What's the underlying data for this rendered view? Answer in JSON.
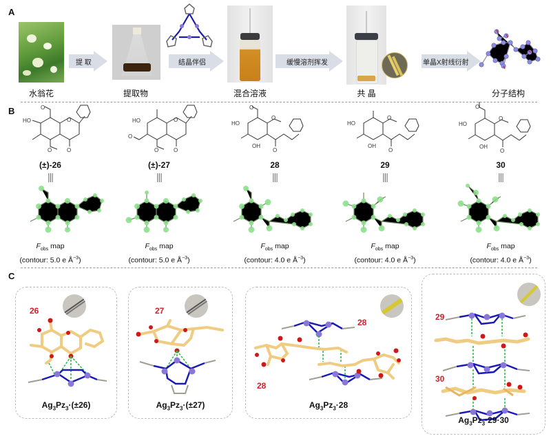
{
  "panels": {
    "A": {
      "letter": "A",
      "steps": [
        {
          "caption": "水翁花",
          "image": "flower-photo"
        },
        {
          "caption": "提取物",
          "image": "flask-photo"
        },
        {
          "caption": "混合溶液",
          "image": "vial-solution-photo"
        },
        {
          "caption": "共 晶",
          "image": "vial-cocrystal-photo"
        },
        {
          "caption": "分子结构",
          "image": "molecular-structure"
        }
      ],
      "arrows": [
        {
          "label": "提 取"
        },
        {
          "label": "结晶伴侣"
        },
        {
          "label": "缓慢溶剂挥发"
        },
        {
          "label": "单晶X射线衍射"
        }
      ]
    },
    "B": {
      "letter": "B",
      "compounds": [
        {
          "label": "(±)-26",
          "map_label_main": "F",
          "map_label_sub": "obs",
          "map_label_rest": " map",
          "contour": "(contour: 5.0 e Å",
          "contour_exp": "−3",
          "contour_end": ")"
        },
        {
          "label": "(±)-27",
          "map_label_main": "F",
          "map_label_sub": "obs",
          "map_label_rest": " map",
          "contour": "(contour: 5.0 e Å",
          "contour_exp": "−3",
          "contour_end": ")"
        },
        {
          "label": "28",
          "map_label_main": "F",
          "map_label_sub": "obs",
          "map_label_rest": " map",
          "contour": "(contour: 4.0 e Å",
          "contour_exp": "−3",
          "contour_end": ")"
        },
        {
          "label": "29",
          "map_label_main": "F",
          "map_label_sub": "obs",
          "map_label_rest": " map",
          "contour": "(contour: 4.0 e Å",
          "contour_exp": "−3",
          "contour_end": ")"
        },
        {
          "label": "30",
          "map_label_main": "F",
          "map_label_sub": "obs",
          "map_label_rest": " map",
          "contour": "(contour: 4.0 e Å",
          "contour_exp": "−3",
          "contour_end": ")"
        }
      ],
      "equiv_symbol": "|||"
    },
    "C": {
      "letter": "C",
      "boxes": [
        {
          "title_pre": "Ag",
          "title_s1": "3",
          "title_mid": "Pz",
          "title_s2": "3",
          "title_post": "·(±26)",
          "labels": [
            "26"
          ]
        },
        {
          "title_pre": "Ag",
          "title_s1": "3",
          "title_mid": "Pz",
          "title_s2": "3",
          "title_post": "·(±27)",
          "labels": [
            "27"
          ]
        },
        {
          "title_pre": "Ag",
          "title_s1": "3",
          "title_mid": "Pz",
          "title_s2": "3",
          "title_post": "·28",
          "labels": [
            "28",
            "28"
          ]
        },
        {
          "title_pre": "Ag",
          "title_s1": "3",
          "title_mid": "Pz",
          "title_s2": "3",
          "title_post": "·29·30",
          "labels": [
            "29",
            "30"
          ]
        }
      ]
    }
  },
  "colors": {
    "ag_atom": "#8a78d8",
    "pz_bond": "#1a1ab4",
    "carbon_stick": "#f0cc82",
    "oxygen": "#d01818",
    "contact_line": "#22bb44",
    "density_green": "#7fe07f",
    "label_red": "#d0202a"
  }
}
